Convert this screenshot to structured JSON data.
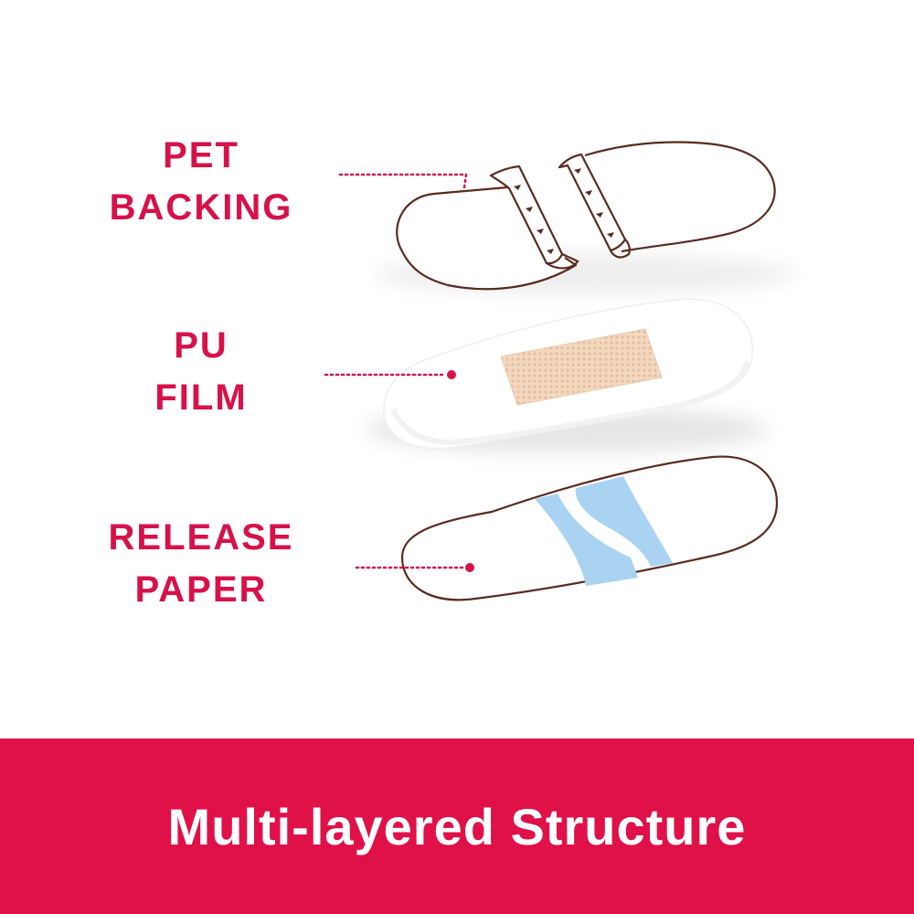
{
  "colors": {
    "accent": "#d71149",
    "outline": "#5a2b1f",
    "pad": "#f3d8c0",
    "pad_dot": "#e7bd9c",
    "release_strip": "#a9d3f0",
    "footer_bg": "#e01048",
    "footer_text": "#ffffff"
  },
  "layers": [
    {
      "id": "pet",
      "lines": [
        "PET",
        "BACKING"
      ]
    },
    {
      "id": "pu",
      "lines": [
        "PU",
        "FILM"
      ]
    },
    {
      "id": "release",
      "lines": [
        "RELEASE",
        "PAPER"
      ]
    }
  ],
  "footer": {
    "title": "Multi-layered Structure"
  }
}
